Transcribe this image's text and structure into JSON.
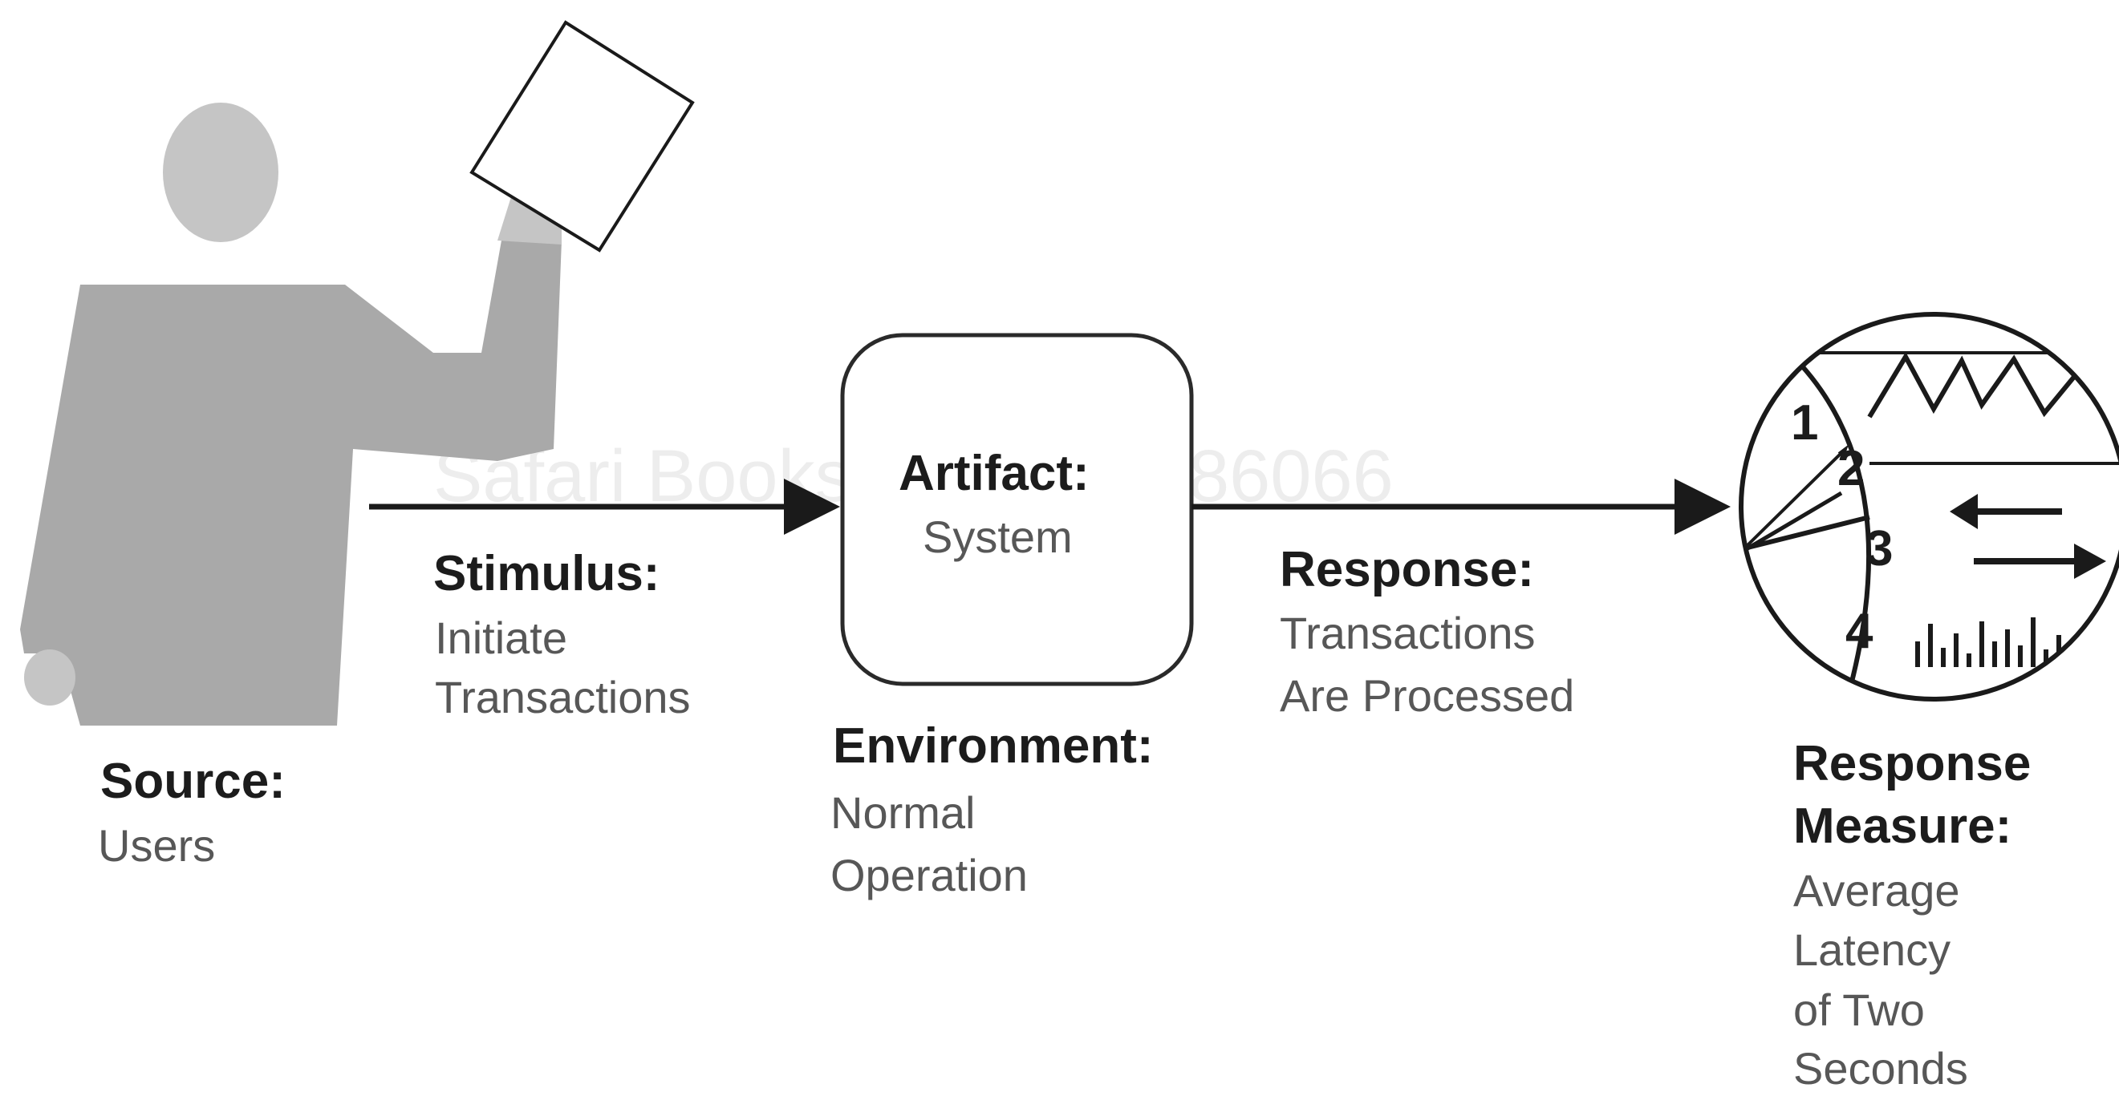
{
  "watermark": "Safari Books Online #186066",
  "source": {
    "heading": "Source:",
    "value": "Users"
  },
  "stimulus": {
    "heading": "Stimulus:",
    "lines": [
      "Initiate",
      "Transactions"
    ]
  },
  "artifact": {
    "heading": "Artifact:",
    "value": "System"
  },
  "environment": {
    "heading": "Environment:",
    "lines": [
      "Normal",
      "Operation"
    ]
  },
  "response": {
    "heading": "Response:",
    "lines": [
      "Transactions",
      "Are Processed"
    ]
  },
  "response_measure": {
    "heading_lines": [
      "Response",
      "Measure:"
    ],
    "lines": [
      "Average",
      "Latency",
      "of Two",
      "Seconds"
    ]
  },
  "measure_icon": {
    "numbers": [
      "1",
      "2",
      "3",
      "4"
    ]
  },
  "colors": {
    "figure": "#a9a9a9",
    "figure_head": "#c5c5c5",
    "line": "#1a1a1a",
    "heading_text": "#1c1c1c",
    "body_text": "#575757"
  }
}
